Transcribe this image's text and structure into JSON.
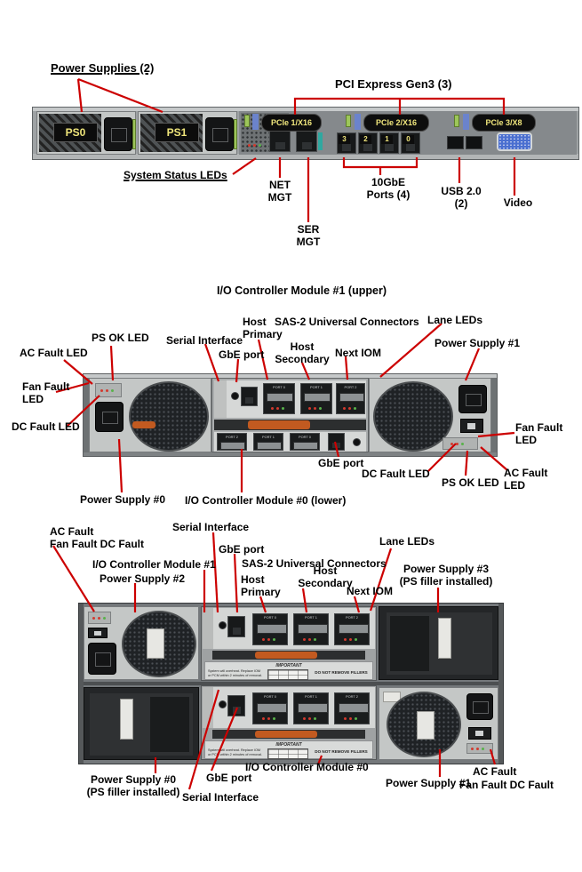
{
  "colors": {
    "callout_red": "#cc0000",
    "chassis_gray": "#9aa0a3",
    "pcie_label_text": "#f0e67c",
    "vga_blue": "#4a6fd0",
    "lever_orange": "#c25a20",
    "latch_green": "#9dc65a"
  },
  "server_rear": {
    "labels": {
      "power_supplies": "Power Supplies (2)",
      "pci_express": "PCI Express Gen3 (3)",
      "system_status": "System Status LEDs",
      "net_mgt": "NET\nMGT",
      "ser_mgt": "SER\nMGT",
      "tengbe_ports": "10GbE\nPorts (4)",
      "usb": "USB 2.0\n(2)",
      "video": "Video"
    },
    "photo": {
      "ps0": "PS0",
      "ps1": "PS1",
      "pcie_slots": [
        "PCIe 1/X16",
        "PCIe 2/X16",
        "PCIe 3/X8"
      ],
      "port_numbers": [
        "3",
        "2",
        "1",
        "0"
      ]
    }
  },
  "mid_shelf": {
    "title": "I/O Controller Module #1 (upper)",
    "labels": {
      "ps_ok_top": "PS OK LED",
      "ac_fault_top": "AC Fault LED",
      "fan_fault_left": "Fan Fault\nLED",
      "dc_fault_left": "DC Fault LED",
      "serial_interface": "Serial Interface",
      "gbe_port_top": "GbE port",
      "host_primary": "Host\nPrimary",
      "sas2_connectors": "SAS-2 Universal Connectors",
      "host_secondary": "Host\nSecondary",
      "next_iom": "Next IOM",
      "lane_leds": "Lane LEDs",
      "power_supply_1": "Power Supply #1",
      "power_supply_0": "Power Supply #0",
      "iom0": "I/O Controller Module #0  (lower)",
      "gbe_port_bottom": "GbE port",
      "dc_fault_bottom": "DC Fault LED",
      "ps_ok_bottom": "PS OK LED",
      "ac_fault_right": "AC Fault\nLED",
      "fan_fault_right": "Fan Fault\nLED"
    },
    "photo": {
      "ports_upper": [
        "PORT 0",
        "PORT 1",
        "PORT 2"
      ],
      "ports_lower": [
        "PORT 2",
        "PORT 1",
        "PORT 0"
      ]
    }
  },
  "dense_shelf": {
    "labels": {
      "ac_fault_tl": "AC Fault",
      "fan_dc_tl": "Fan Fault  DC Fault",
      "iom1": "I/O Controller Module #1",
      "power_supply_2": "Power Supply #2",
      "serial_top": "Serial Interface",
      "gbe_top": "GbE port",
      "sas2_connectors": "SAS-2 Universal Connectors",
      "host_secondary": "Host\nSecondary",
      "host_primary": "Host\nPrimary",
      "next_iom": "Next IOM",
      "lane_leds": "Lane LEDs",
      "power_supply_3": "Power Supply #3\n(PS filler installed)",
      "power_supply_0": "Power Supply #0\n(PS filler installed)",
      "gbe_bottom": "GbE port",
      "serial_bottom": "Serial Interface",
      "iom0": "I/O Controller Module #0",
      "power_supply_1": "Power Supply #1",
      "ac_fault_br": "AC Fault",
      "fan_dc_br": "Fan Fault  DC Fault"
    },
    "photo": {
      "ports": [
        "PORT 0",
        "PORT 1",
        "PORT 2"
      ],
      "important_title": "IMPORTANT",
      "overheat_line1": "System will overheat.",
      "overheat_line2": "Replace IOM or PCM within 2 minutes of removal.",
      "do_not_remove": "DO NOT REMOVE FILLERS"
    }
  }
}
